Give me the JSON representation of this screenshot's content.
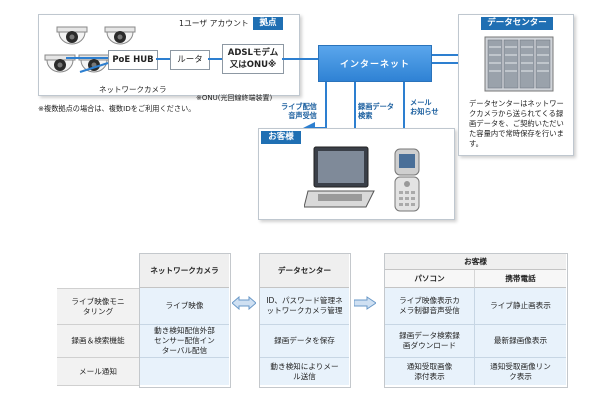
{
  "top": {
    "account_label": "1ユーザ アカウント",
    "site_badge": "拠点",
    "poe_hub": "PoE HUB",
    "router": "ルータ",
    "modem_line1": "ADSLモデム",
    "modem_line2": "又はONU※",
    "camera_label": "ネットワークカメラ",
    "onu_note": "※ONU(光回線終端装置)",
    "multi_site_note": "※複数拠点の場合は、複数IDをご利用ください。",
    "internet": "インターネット",
    "dc_badge": "データセンター",
    "dc_desc": "データセンターはネットワークカメラから送られてくる録画データを、ご契約いただいた容量内で常時保存を行います。",
    "customer_badge": "お客様",
    "arrow_live_line1": "ライブ配信",
    "arrow_live_line2": "音声受信",
    "arrow_rec_line1": "録画データ",
    "arrow_rec_line2": "検索",
    "arrow_mail_line1": "メール",
    "arrow_mail_line2": "お知らせ"
  },
  "table": {
    "camera_header": "ネットワークカメラ",
    "dc_header": "データセンター",
    "customer_header": "お客様",
    "pc_header": "パソコン",
    "phone_header": "携帯電話",
    "rows": [
      {
        "label": "ライブ映像モニタリング",
        "camera": "ライブ映像",
        "dc": "ID、パスワード管理ネットワークカメラ管理",
        "pc": "ライブ映像表示カメラ制御音声受信",
        "phone": "ライブ静止画表示"
      },
      {
        "label": "録画＆検索機能",
        "camera": "動き検知配信外部センサー配信インターバル配信",
        "dc": "録画データを保存",
        "pc": "録画データ検索録画ダウンロード",
        "phone": "最新録画像表示"
      },
      {
        "label": "メール通知",
        "camera": "",
        "dc": "動き検知によりメール送信",
        "pc": "通知受取画像添付表示",
        "phone": "通知受取画像リンク表示"
      }
    ]
  },
  "colors": {
    "accent": "#1f6fb3",
    "arrow": "#2d7fd0",
    "internet_fill": "#3a8fe0"
  }
}
